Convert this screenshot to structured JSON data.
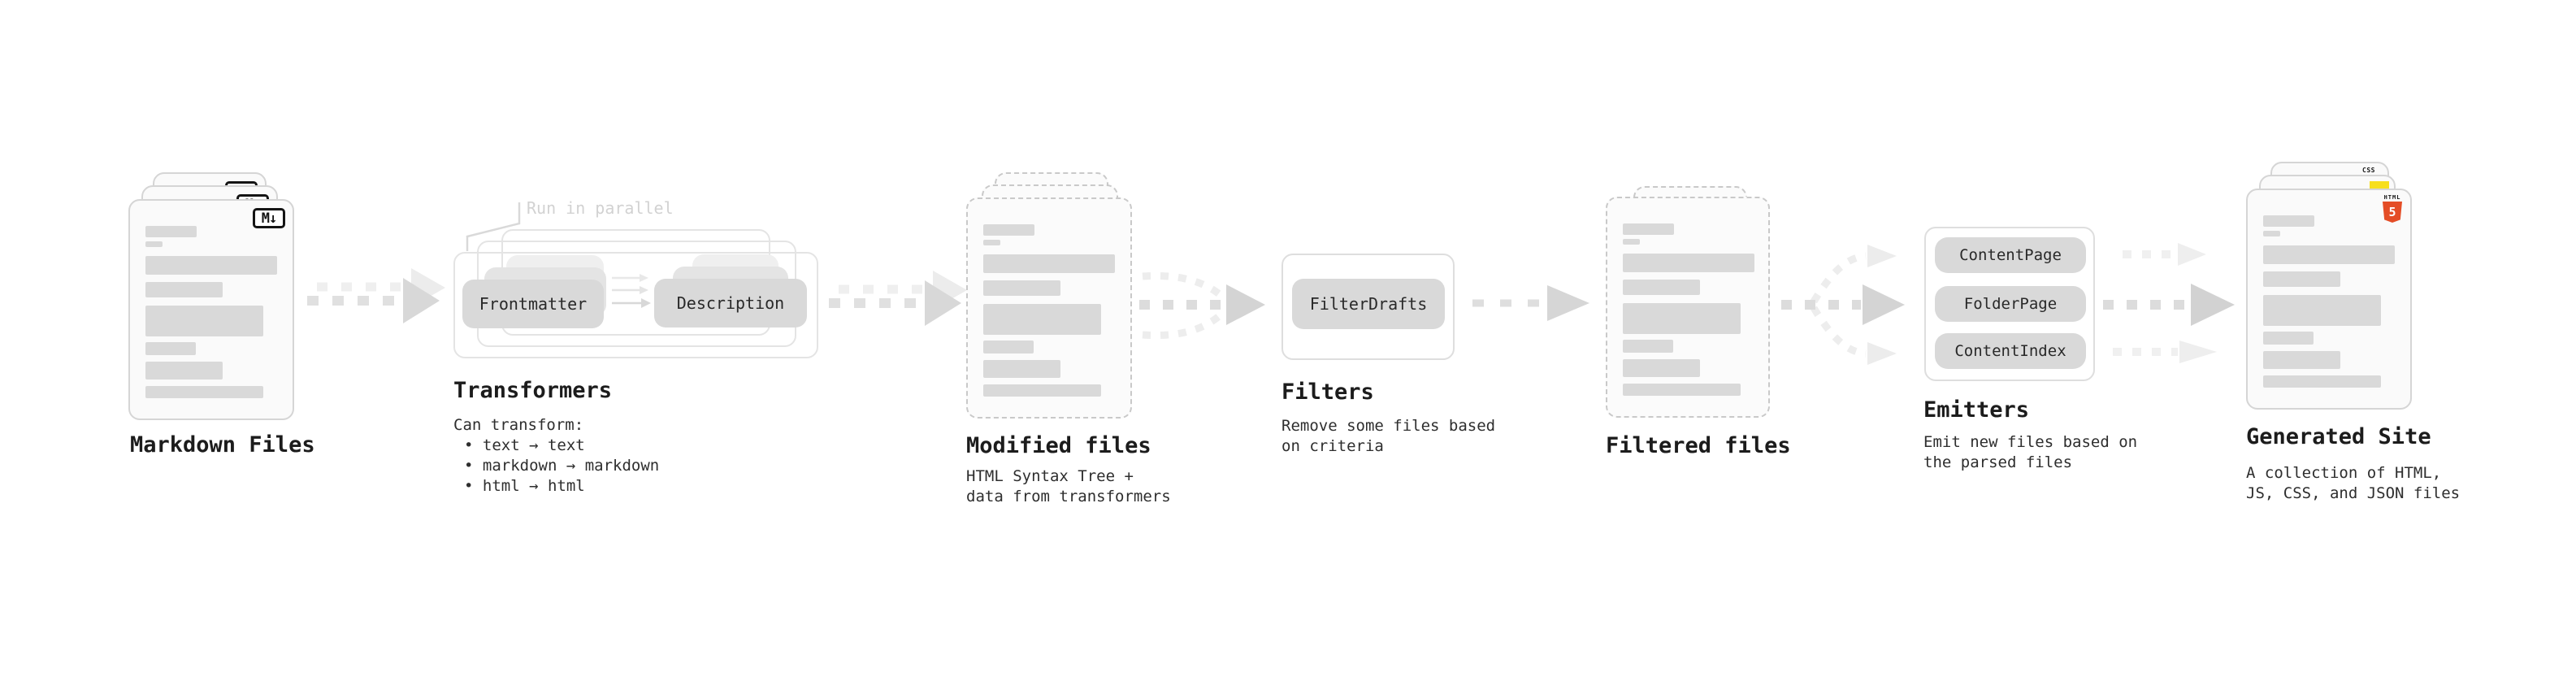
{
  "stages": {
    "markdown": {
      "label": "Markdown Files",
      "badge": "M↓"
    },
    "transformers": {
      "annotation": "Run in parallel",
      "pill_left": "Frontmatter",
      "pill_right": "Description",
      "title": "Transformers",
      "note_lines": [
        "Can transform:",
        "• text → text",
        "• markdown → markdown",
        "• html → html"
      ]
    },
    "modified": {
      "title": "Modified files",
      "desc_lines": [
        "HTML Syntax Tree +",
        "data from transformers"
      ]
    },
    "filters": {
      "pill": "FilterDrafts",
      "title": "Filters",
      "desc_lines": [
        "Remove some files based",
        "on criteria"
      ]
    },
    "filtered": {
      "title": "Filtered files"
    },
    "emitters": {
      "pills": [
        "ContentPage",
        "FolderPage",
        "ContentIndex"
      ],
      "title": "Emitters",
      "desc_lines": [
        "Emit new files based on",
        "the parsed files"
      ]
    },
    "generated": {
      "title": "Generated Site",
      "desc_lines": [
        "A collection of HTML,",
        "JS, CSS, and JSON files"
      ],
      "html_badge_word": "HTML",
      "html_badge_number": "5",
      "css_badge_word": "CSS"
    }
  },
  "colors": {
    "html5_orange": "#e44d26",
    "js_yellow": "#f7df1e",
    "css_blue": "#2965f1",
    "pill_gray": "#d9d9d9",
    "arrow_dark": "#dcdcdc",
    "arrow_light": "#eeeeee"
  }
}
